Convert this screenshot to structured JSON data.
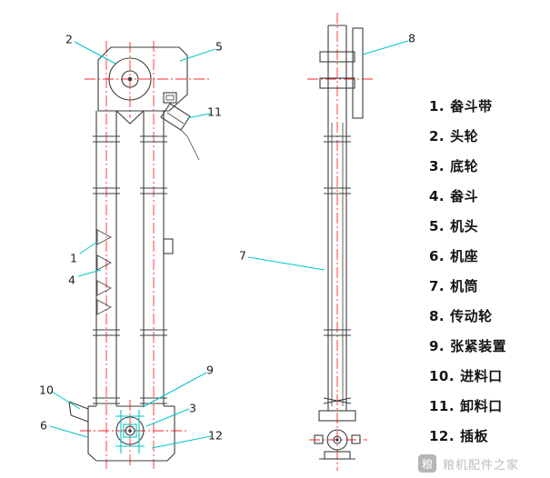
{
  "drawing": {
    "subject": "bucket elevator technical drawing, front and side views",
    "line_color": "#3c3c3c",
    "leader_color": "#00c6c6",
    "centerline_color": "#ff2a2a",
    "background": "#ffffff"
  },
  "callouts": [
    {
      "label": "1"
    },
    {
      "label": "2"
    },
    {
      "label": "3"
    },
    {
      "label": "4"
    },
    {
      "label": "5"
    },
    {
      "label": "6"
    },
    {
      "label": "7"
    },
    {
      "label": "8"
    },
    {
      "label": "9"
    },
    {
      "label": "10"
    },
    {
      "label": "11"
    },
    {
      "label": "12"
    }
  ],
  "legend": {
    "items": [
      {
        "num": "1.",
        "name": "畚斗带"
      },
      {
        "num": "2.",
        "name": "头轮"
      },
      {
        "num": "3.",
        "name": "底轮"
      },
      {
        "num": "4.",
        "name": "畚斗"
      },
      {
        "num": "5.",
        "name": "机头"
      },
      {
        "num": "6.",
        "name": "机座"
      },
      {
        "num": "7.",
        "name": "机筒"
      },
      {
        "num": "8.",
        "name": "传动轮"
      },
      {
        "num": "9.",
        "name": "张紧装置"
      },
      {
        "num": "10.",
        "name": "进料口"
      },
      {
        "num": "11.",
        "name": "卸料口"
      },
      {
        "num": "12.",
        "name": "插板"
      }
    ]
  },
  "watermark": {
    "icon_glyph": "粮",
    "text": "粮机配件之家"
  }
}
